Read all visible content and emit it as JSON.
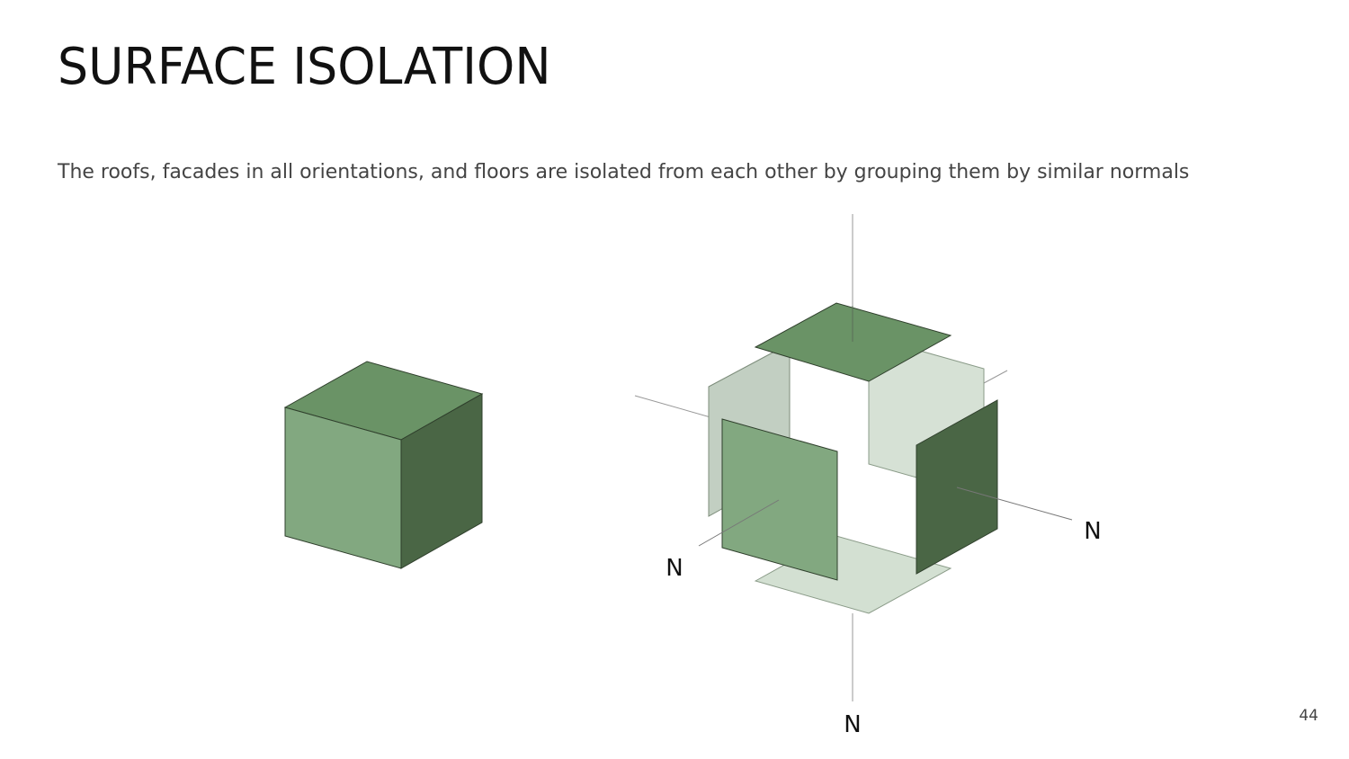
{
  "slide": {
    "title": "SURFACE ISOLATION",
    "description": "The roofs, facades in all orientations, and floors are isolated from each other by grouping them by similar normals",
    "page_number": "44"
  },
  "diagram": {
    "normal_labels": [
      "N",
      "N",
      "N"
    ]
  },
  "colors": {
    "roof": "#6a9366",
    "facade_light": "#82a880",
    "facade_dark": "#4a6645",
    "rear_face": "#c2cfc2",
    "rear_face_light": "#d6e1d5",
    "floor": "#d3e0d2",
    "axis_line": "#999999",
    "outline": "#2f3f2c"
  }
}
